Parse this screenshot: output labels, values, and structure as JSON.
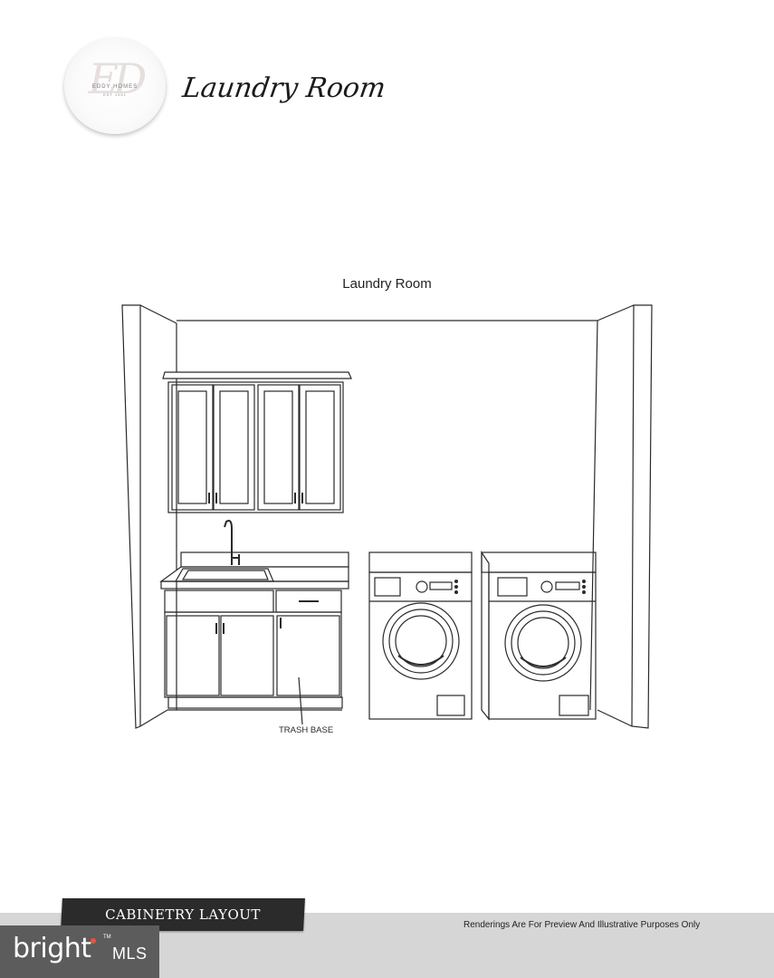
{
  "logo": {
    "monogram": "ED",
    "name": "EDDY HOMES",
    "est": "EST 1951"
  },
  "header": {
    "title": "Laundry Room"
  },
  "drawing": {
    "title": "Laundry Room",
    "annotation": "TRASH BASE"
  },
  "footer": {
    "section_label": "CABINETRY LAYOUT",
    "disclaimer": "Renderings Are For Preview And Illustrative Purposes Only"
  },
  "watermark": {
    "brand": "bright",
    "suffix": "MLS",
    "tm": "TM"
  },
  "colors": {
    "line": "#2a2a2a",
    "footer_band": "#d6d6d6",
    "banner": "#2b2b2b",
    "badge": "#5c5c5c",
    "accent": "#e8553a"
  }
}
